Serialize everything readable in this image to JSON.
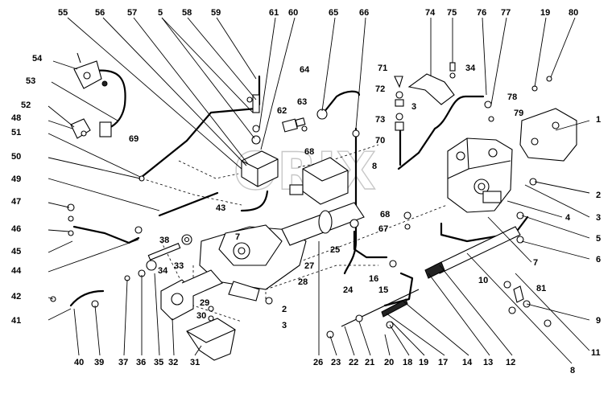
{
  "watermark": "ORIX",
  "callouts_top": [
    "55",
    "56",
    "57",
    "5",
    "58",
    "59",
    "61",
    "60",
    "65",
    "66",
    "74",
    "75",
    "76",
    "77",
    "19",
    "80"
  ],
  "callouts_left": [
    "54",
    "53",
    "52",
    "48",
    "51",
    "50",
    "49",
    "47",
    "46",
    "45",
    "44",
    "42",
    "41"
  ],
  "callouts_right": [
    "1",
    "2",
    "3",
    "4",
    "5",
    "6",
    "7",
    "9",
    "81",
    "11",
    "8"
  ],
  "callouts_bottom": [
    "40",
    "39",
    "37",
    "36",
    "35",
    "32",
    "31",
    "26",
    "23",
    "22",
    "21",
    "20",
    "18",
    "19",
    "17",
    "14",
    "13",
    "12",
    "10"
  ],
  "callouts_inner": [
    "71",
    "72",
    "3",
    "34",
    "73",
    "70",
    "78",
    "79",
    "62",
    "63",
    "64",
    "68",
    "8",
    "43",
    "69",
    "38",
    "34",
    "33",
    "7",
    "27",
    "28",
    "29",
    "30",
    "2",
    "3",
    "25",
    "24",
    "16",
    "15",
    "68",
    "67"
  ]
}
